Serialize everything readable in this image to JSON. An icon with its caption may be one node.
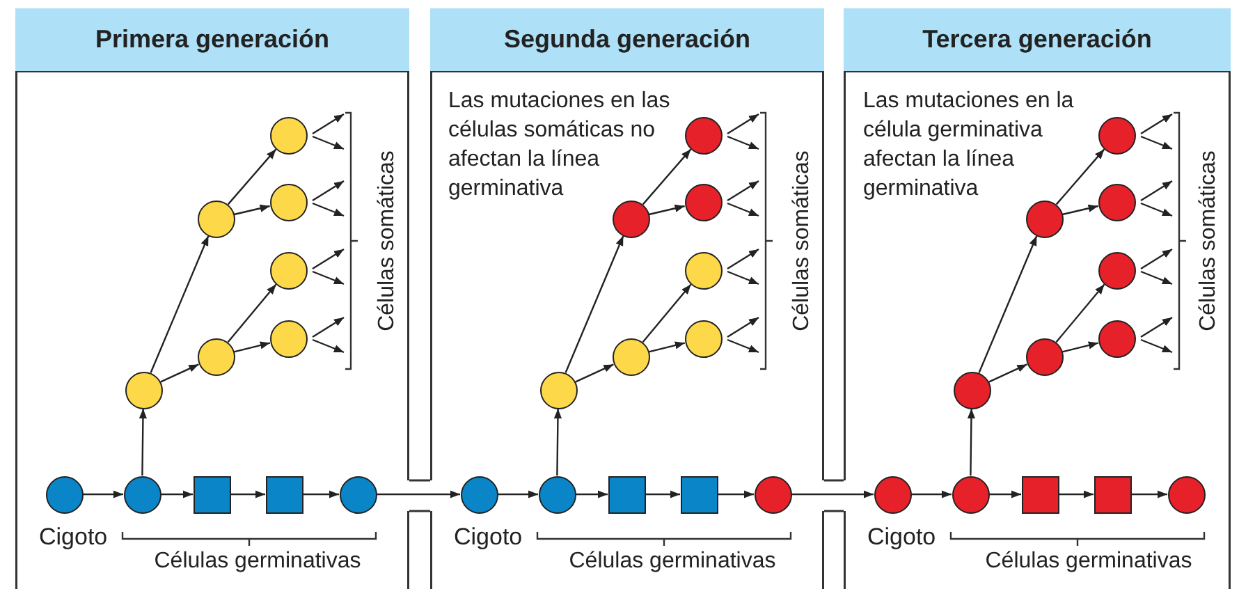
{
  "diagram": {
    "nodes": [
      {
        "text": [
          "Primera generación"
        ]
      },
      {
        "text": [],
        "shape": "circle",
        "beside": [
          "Cigoto"
        ],
        "in": 0
      },
      {
        "text": [],
        "shape": "circle",
        "in": 0
      },
      {
        "text": [],
        "shape": "box",
        "in": 0
      },
      {
        "text": [],
        "shape": "box",
        "in": 0
      },
      {
        "text": [],
        "shape": "circle",
        "in": 0
      },
      {
        "text": [],
        "shape": "circle",
        "in": 0
      },
      {
        "text": [],
        "shape": "circle",
        "in": 0
      },
      {
        "text": [],
        "shape": "circle",
        "in": 0
      },
      {
        "text": [],
        "shape": "circle",
        "in": 0
      },
      {
        "text": [],
        "shape": "circle",
        "in": 0
      },
      {
        "text": [],
        "shape": "circle",
        "in": 0
      },
      {
        "text": [],
        "shape": "circle",
        "in": 0
      },
      {
        "text": [
          "Segunda generación"
        ]
      },
      {
        "text": [],
        "shape": "circle",
        "beside": [
          "Cigoto"
        ],
        "in": 13
      },
      {
        "text": [],
        "shape": "circle",
        "in": 13
      },
      {
        "text": [],
        "shape": "box",
        "in": 13
      },
      {
        "text": [],
        "shape": "box",
        "in": 13
      },
      {
        "text": [],
        "shape": "circle",
        "in": 13
      },
      {
        "text": [],
        "shape": "circle",
        "in": 13
      },
      {
        "text": [],
        "shape": "circle",
        "in": 13
      },
      {
        "text": [],
        "shape": "circle",
        "in": 13
      },
      {
        "text": [],
        "shape": "circle",
        "in": 13
      },
      {
        "text": [],
        "shape": "circle",
        "in": 13
      },
      {
        "text": [],
        "shape": "circle",
        "in": 13
      },
      {
        "text": [],
        "shape": "circle",
        "in": 13
      },
      {
        "text": [
          "Tercera generación"
        ]
      },
      {
        "text": [],
        "shape": "circle",
        "beside": [
          "Cigoto"
        ],
        "in": 26
      },
      {
        "text": [],
        "shape": "circle",
        "in": 26
      },
      {
        "text": [],
        "shape": "box",
        "in": 26
      },
      {
        "text": [],
        "shape": "box",
        "in": 26
      },
      {
        "text": [],
        "shape": "circle",
        "in": 26
      },
      {
        "text": [],
        "shape": "circle",
        "in": 26
      },
      {
        "text": [],
        "shape": "circle",
        "in": 26
      },
      {
        "text": [],
        "shape": "circle",
        "in": 26
      },
      {
        "text": [],
        "shape": "circle",
        "in": 26
      },
      {
        "text": [],
        "shape": "circle",
        "in": 26
      },
      {
        "text": [],
        "shape": "circle",
        "in": 26
      },
      {
        "text": [],
        "shape": "circle",
        "in": 26
      }
    ],
    "edges": [
      {
        "from": 1,
        "to": 2,
        "arrow": "to"
      },
      {
        "from": 2,
        "to": 3,
        "arrow": "to"
      },
      {
        "from": 3,
        "to": 4,
        "arrow": "to"
      },
      {
        "from": 4,
        "to": 5,
        "arrow": "to"
      },
      {
        "from": 2,
        "to": 6,
        "arrow": "to"
      },
      {
        "from": 6,
        "to": 7,
        "arrow": "to"
      },
      {
        "from": 6,
        "to": 8,
        "arrow": "to"
      },
      {
        "from": 7,
        "to": 9,
        "arrow": "to"
      },
      {
        "from": 7,
        "to": 10,
        "arrow": "to"
      },
      {
        "from": 8,
        "to": 11,
        "arrow": "to"
      },
      {
        "from": 8,
        "to": 12,
        "arrow": "to"
      },
      {
        "from": 9,
        "to": null,
        "arrow": "to"
      },
      {
        "from": 9,
        "to": null,
        "arrow": "to"
      },
      {
        "from": 10,
        "to": null,
        "arrow": "to"
      },
      {
        "from": 10,
        "to": null,
        "arrow": "to"
      },
      {
        "from": 11,
        "to": null,
        "arrow": "to"
      },
      {
        "from": 11,
        "to": null,
        "arrow": "to"
      },
      {
        "from": 12,
        "to": null,
        "arrow": "to"
      },
      {
        "from": 12,
        "to": null,
        "arrow": "to"
      },
      {
        "from": 5,
        "to": 14,
        "arrow": "to"
      },
      {
        "from": 14,
        "to": 15,
        "arrow": "to"
      },
      {
        "from": 15,
        "to": 16,
        "arrow": "to"
      },
      {
        "from": 16,
        "to": 17,
        "arrow": "to"
      },
      {
        "from": 17,
        "to": 18,
        "arrow": "to"
      },
      {
        "from": 15,
        "to": 19,
        "arrow": "to"
      },
      {
        "from": 19,
        "to": 20,
        "arrow": "to"
      },
      {
        "from": 19,
        "to": 21,
        "arrow": "to"
      },
      {
        "from": 20,
        "to": 22,
        "arrow": "to"
      },
      {
        "from": 20,
        "to": 23,
        "arrow": "to"
      },
      {
        "from": 21,
        "to": 24,
        "arrow": "to"
      },
      {
        "from": 21,
        "to": 25,
        "arrow": "to"
      },
      {
        "from": 22,
        "to": null,
        "arrow": "to"
      },
      {
        "from": 22,
        "to": null,
        "arrow": "to"
      },
      {
        "from": 23,
        "to": null,
        "arrow": "to"
      },
      {
        "from": 23,
        "to": null,
        "arrow": "to"
      },
      {
        "from": 24,
        "to": null,
        "arrow": "to"
      },
      {
        "from": 24,
        "to": null,
        "arrow": "to"
      },
      {
        "from": 25,
        "to": null,
        "arrow": "to"
      },
      {
        "from": 25,
        "to": null,
        "arrow": "to"
      },
      {
        "from": 18,
        "to": 27,
        "arrow": "to"
      },
      {
        "from": 27,
        "to": 28,
        "arrow": "to"
      },
      {
        "from": 28,
        "to": 29,
        "arrow": "to"
      },
      {
        "from": 29,
        "to": 30,
        "arrow": "to"
      },
      {
        "from": 30,
        "to": 31,
        "arrow": "to"
      },
      {
        "from": 28,
        "to": 32,
        "arrow": "to"
      },
      {
        "from": 32,
        "to": 33,
        "arrow": "to"
      },
      {
        "from": 32,
        "to": 34,
        "arrow": "to"
      },
      {
        "from": 33,
        "to": 35,
        "arrow": "to"
      },
      {
        "from": 33,
        "to": 36,
        "arrow": "to"
      },
      {
        "from": 34,
        "to": 37,
        "arrow": "to"
      },
      {
        "from": 34,
        "to": 38,
        "arrow": "to"
      },
      {
        "from": 35,
        "to": null,
        "arrow": "to"
      },
      {
        "from": 35,
        "to": null,
        "arrow": "to"
      },
      {
        "from": 36,
        "to": null,
        "arrow": "to"
      },
      {
        "from": 36,
        "to": null,
        "arrow": "to"
      },
      {
        "from": 37,
        "to": null,
        "arrow": "to"
      },
      {
        "from": 37,
        "to": null,
        "arrow": "to"
      },
      {
        "from": 38,
        "to": null,
        "arrow": "to"
      },
      {
        "from": 38,
        "to": null,
        "arrow": "to"
      }
    ],
    "labels": [
      "Células somáticas",
      "Células germinativas",
      "Las mutaciones en las células somáticas no afectan la línea germinativa",
      "Células somáticas",
      "Células germinativas",
      "Las mutaciones en la célula germinativa afectan la línea germinativa",
      "Células somáticas",
      "Células germinativas"
    ]
  }
}
